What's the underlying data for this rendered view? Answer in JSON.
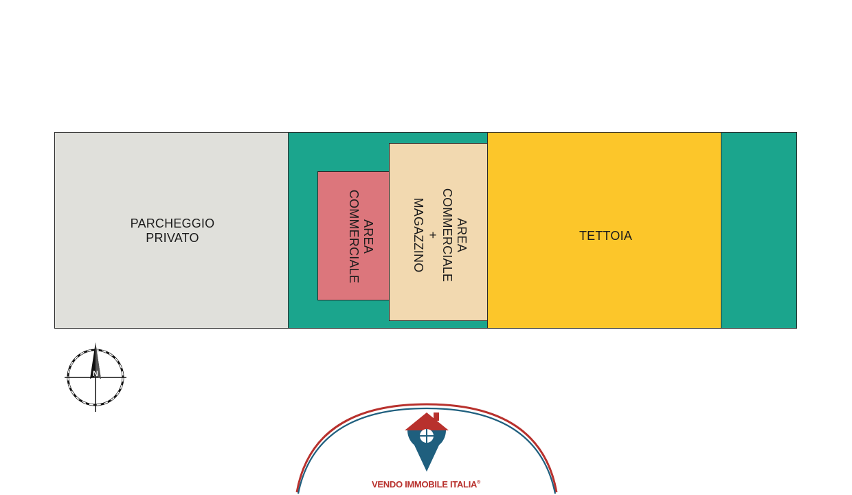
{
  "plan": {
    "zones": [
      {
        "id": "parcheggio",
        "label": "PARCHEGGIO\nPRIVATO",
        "color": "#e0e0db"
      },
      {
        "id": "verde-sinistra",
        "label": "",
        "color": "#1ba58d"
      },
      {
        "id": "area-commerciale",
        "label": "AREA\nCOMMERCIALE",
        "color": "#dc767c"
      },
      {
        "id": "area-commerciale-magazzino",
        "label": "AREA\nCOMMERCIALE\n+\nMAGAZZINO",
        "color": "#f2d9b0"
      },
      {
        "id": "tettoia",
        "label": "TETTOIA",
        "color": "#fcc62a"
      },
      {
        "id": "verde-destra",
        "label": "",
        "color": "#1ba58d"
      }
    ]
  },
  "compass": {
    "letter": "N"
  },
  "brand": {
    "name": "VENDO IMMOBILE ITALIA",
    "mark": "®",
    "colors": {
      "red": "#b8312d",
      "blue": "#1f5f7e"
    }
  }
}
